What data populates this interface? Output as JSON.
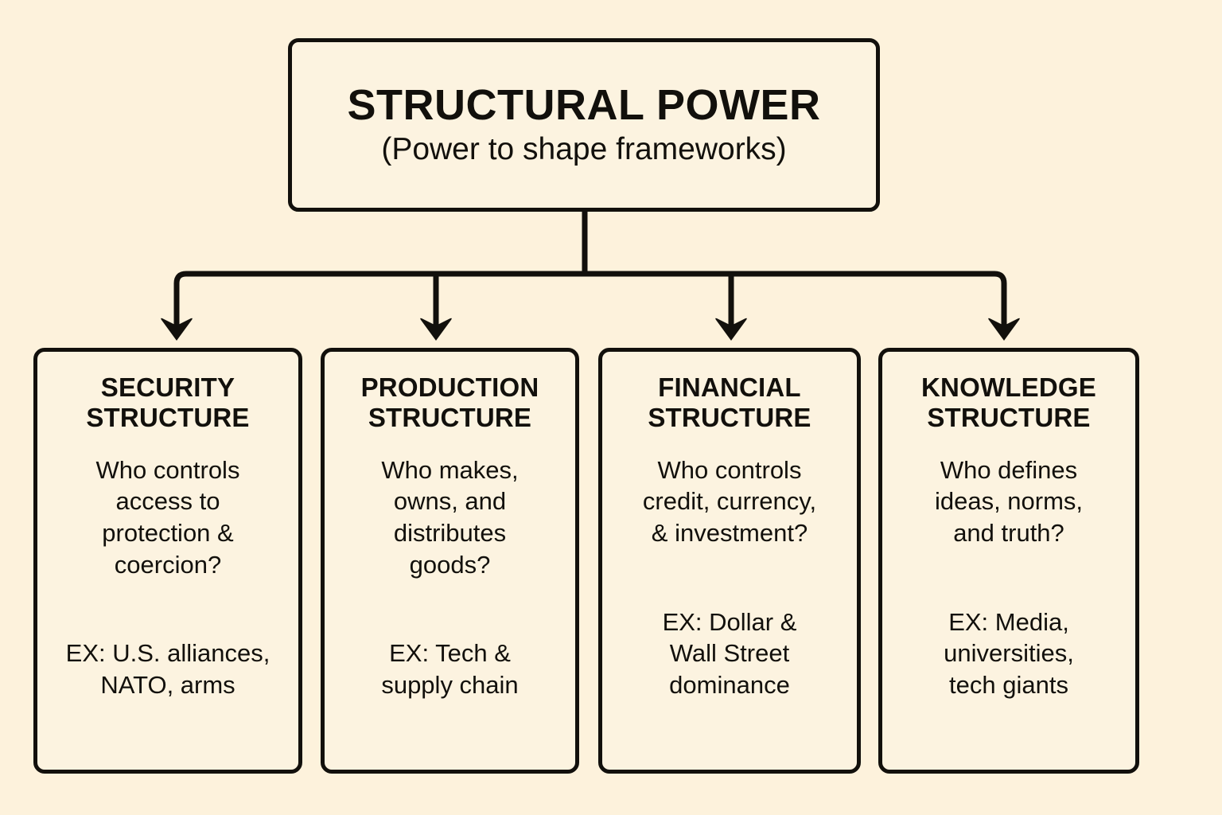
{
  "diagram": {
    "background_color": "#fdf2dc",
    "box_fill_color": "#fcf3e0",
    "line_color": "#12100c",
    "root": {
      "title": "STRUCTURAL POWER",
      "subtitle": "(Power to shape frameworks)"
    },
    "children": [
      {
        "title": "SECURITY\nSTRUCTURE",
        "question": "Who controls\naccess to\nprotection &\ncoercion?",
        "example": "EX: U.S. alliances,\nNATO, arms"
      },
      {
        "title": "PRODUCTION\nSTRUCTURE",
        "question": "Who makes,\nowns, and\ndistributes\ngoods?",
        "example": "EX: Tech &\nsupply chain"
      },
      {
        "title": "FINANCIAL\nSTRUCTURE",
        "question": "Who controls\ncredit, currency,\n& investment?",
        "example": "EX: Dollar &\nWall Street\ndominance"
      },
      {
        "title": "KNOWLEDGE\nSTRUCTURE",
        "question": "Who defines\nideas, norms,\nand truth?",
        "example": "EX: Media,\nuniversities,\ntech giants"
      }
    ]
  }
}
